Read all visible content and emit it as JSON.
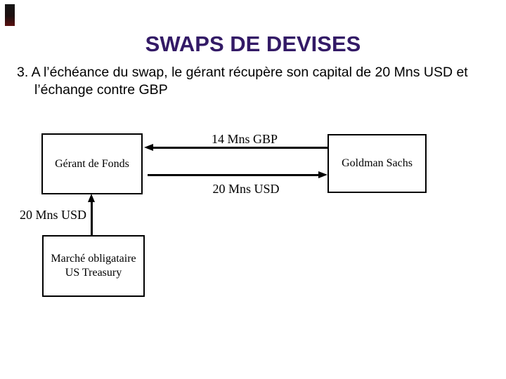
{
  "slide": {
    "title": "SWAPS DE DEVISES",
    "body": {
      "line1": "3. A l’échéance du swap, le gérant récupère son capital de 20 Mns USD et",
      "line2": "l’échange contre GBP"
    }
  },
  "diagram": {
    "boxes": [
      {
        "name": "gerant-de-fonds",
        "label": "Gérant de Fonds"
      },
      {
        "name": "goldman-sachs",
        "label": "Goldman Sachs"
      },
      {
        "name": "marche-obligataire",
        "label_line1": "Marché obligataire",
        "label_line2": "US Treasury"
      }
    ],
    "arrows": [
      {
        "name": "gbp-flow",
        "label": "14 Mns GBP",
        "direction": "left"
      },
      {
        "name": "usd-flow",
        "label": "20 Mns USD",
        "direction": "right"
      },
      {
        "name": "usd-bond-flow",
        "label": "20 Mns USD",
        "direction": "up"
      }
    ]
  },
  "colors": {
    "title": "#331a66",
    "text": "#000000",
    "line": "#000000",
    "background": "#ffffff"
  }
}
